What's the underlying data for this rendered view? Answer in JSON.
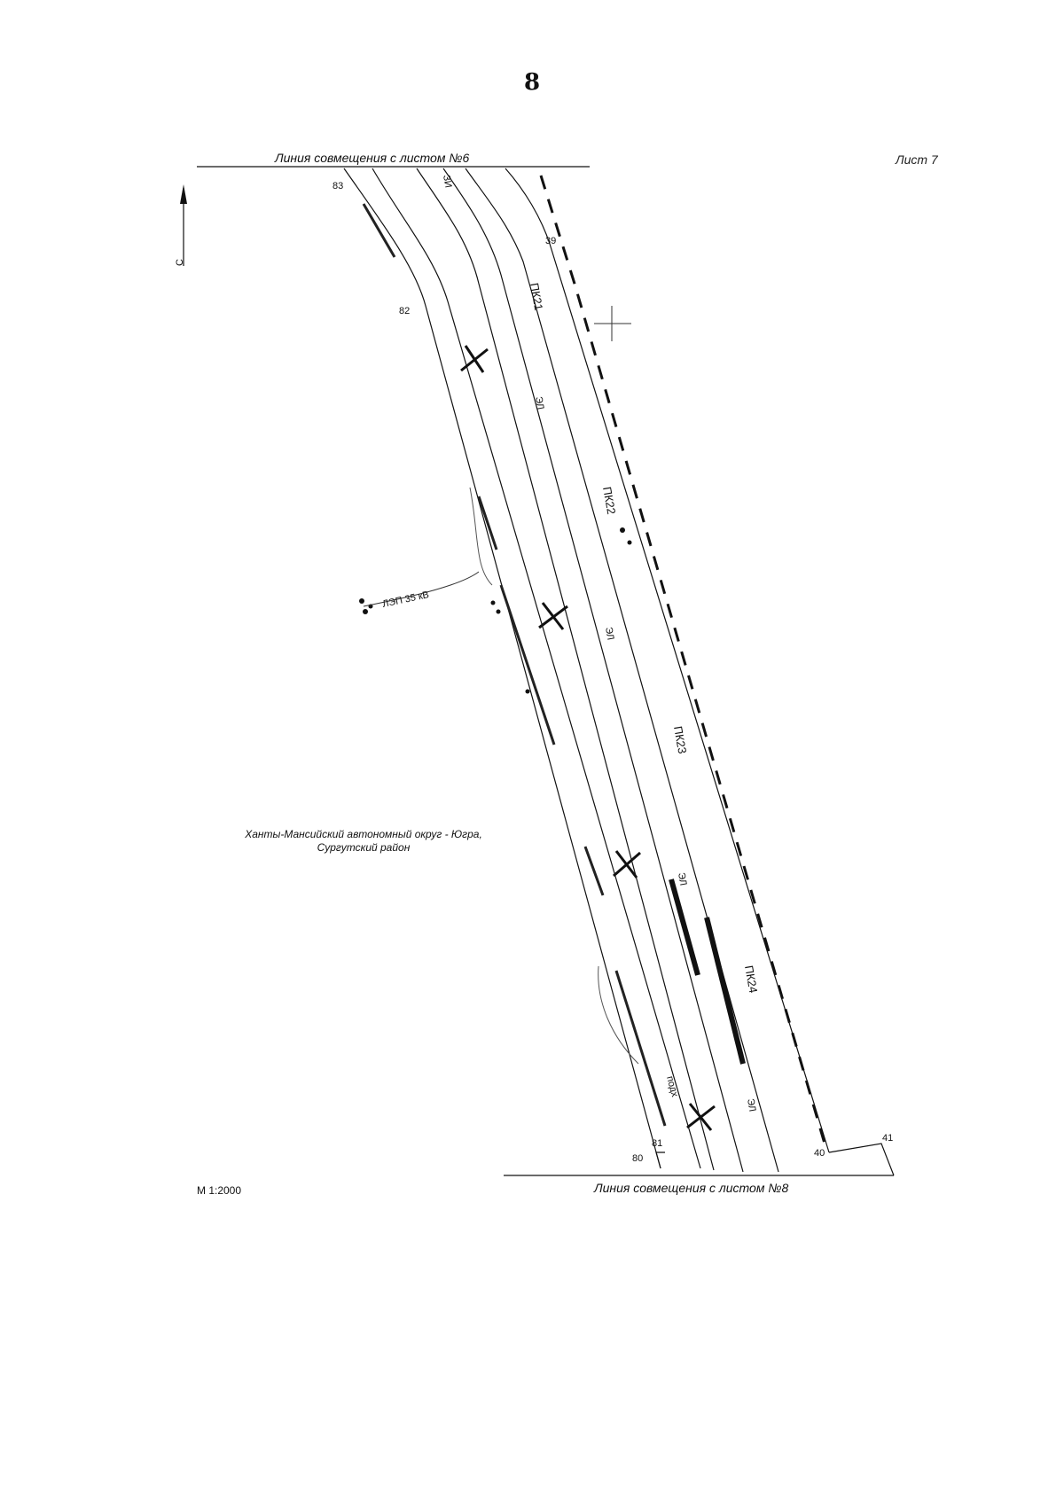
{
  "header": {
    "page_number": "8",
    "sheet_label": "Лист 7"
  },
  "match_lines": {
    "top": "Линия совмещения с листом №6",
    "bottom": "Линия совмещения с листом №8"
  },
  "region": {
    "line1": "Ханты-Мансийский автономный округ - Югра,",
    "line2": "Сургутский район"
  },
  "scale": "М 1:2000",
  "north_arrow": {
    "label": "С"
  },
  "pickets": [
    "ПК21",
    "ПК22",
    "ПК23",
    "ПК24"
  ],
  "point_labels": {
    "p83": "83",
    "p82": "82",
    "p81": "81",
    "p80": "80",
    "p39": "39",
    "p40": "40",
    "p41": "41"
  },
  "annotations": {
    "a1": "ЗИ",
    "a2": "ЭЛ",
    "a3": "ЭЛ",
    "a4": "ЭЛ",
    "a5": "ЭЛ",
    "a6": "ЛЭП 35 кВ",
    "a7": "подх"
  }
}
